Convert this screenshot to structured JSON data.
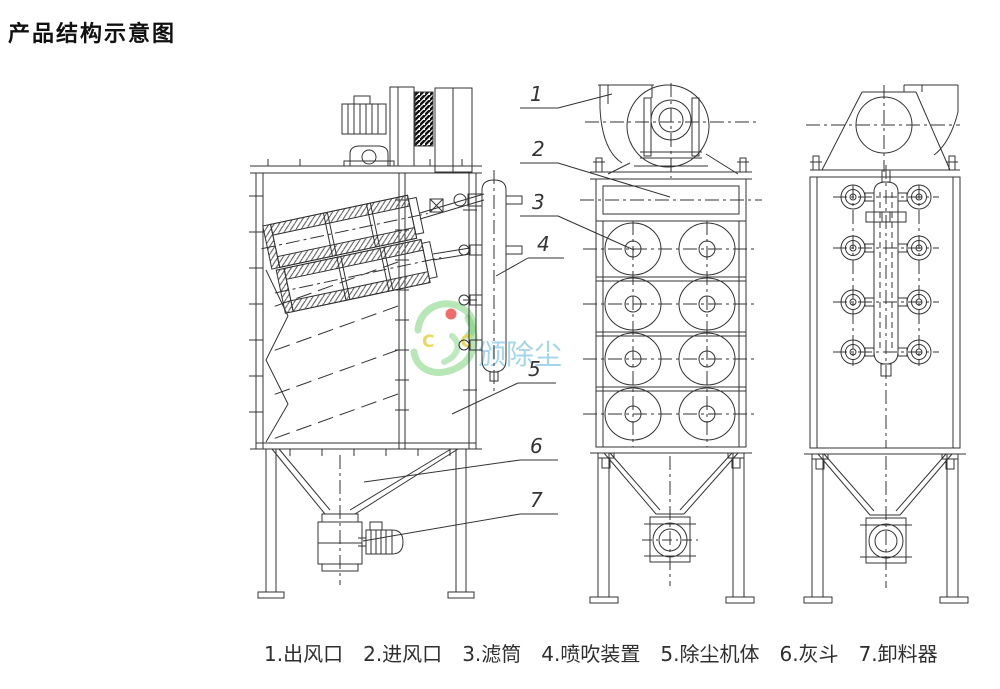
{
  "title": "产品结构示意图",
  "legend": {
    "items": [
      {
        "text": "1.出风口"
      },
      {
        "text": "2.进风口"
      },
      {
        "text": "3.滤筒"
      },
      {
        "text": "4.喷吹装置"
      },
      {
        "text": "5.除尘机体"
      },
      {
        "text": "6.灰斗"
      },
      {
        "text": "7.卸料器"
      }
    ]
  },
  "callouts": [
    {
      "num": "1",
      "part": "出风口"
    },
    {
      "num": "2",
      "part": "进风口"
    },
    {
      "num": "3",
      "part": "滤筒"
    },
    {
      "num": "4",
      "part": "喷吹装置"
    },
    {
      "num": "5",
      "part": "除尘机体"
    },
    {
      "num": "6",
      "part": "灰斗"
    },
    {
      "num": "7",
      "part": "卸料器"
    }
  ],
  "watermark": {
    "letters": "C C",
    "text": "颁除尘",
    "colors": {
      "swirl": "#6fcf6f",
      "dot": "#ef5350",
      "letters": "#e8d44c",
      "text": "#8ecae6"
    }
  },
  "colors": {
    "background": "#ffffff",
    "line": "#333333",
    "text": "#2f2f2f"
  }
}
